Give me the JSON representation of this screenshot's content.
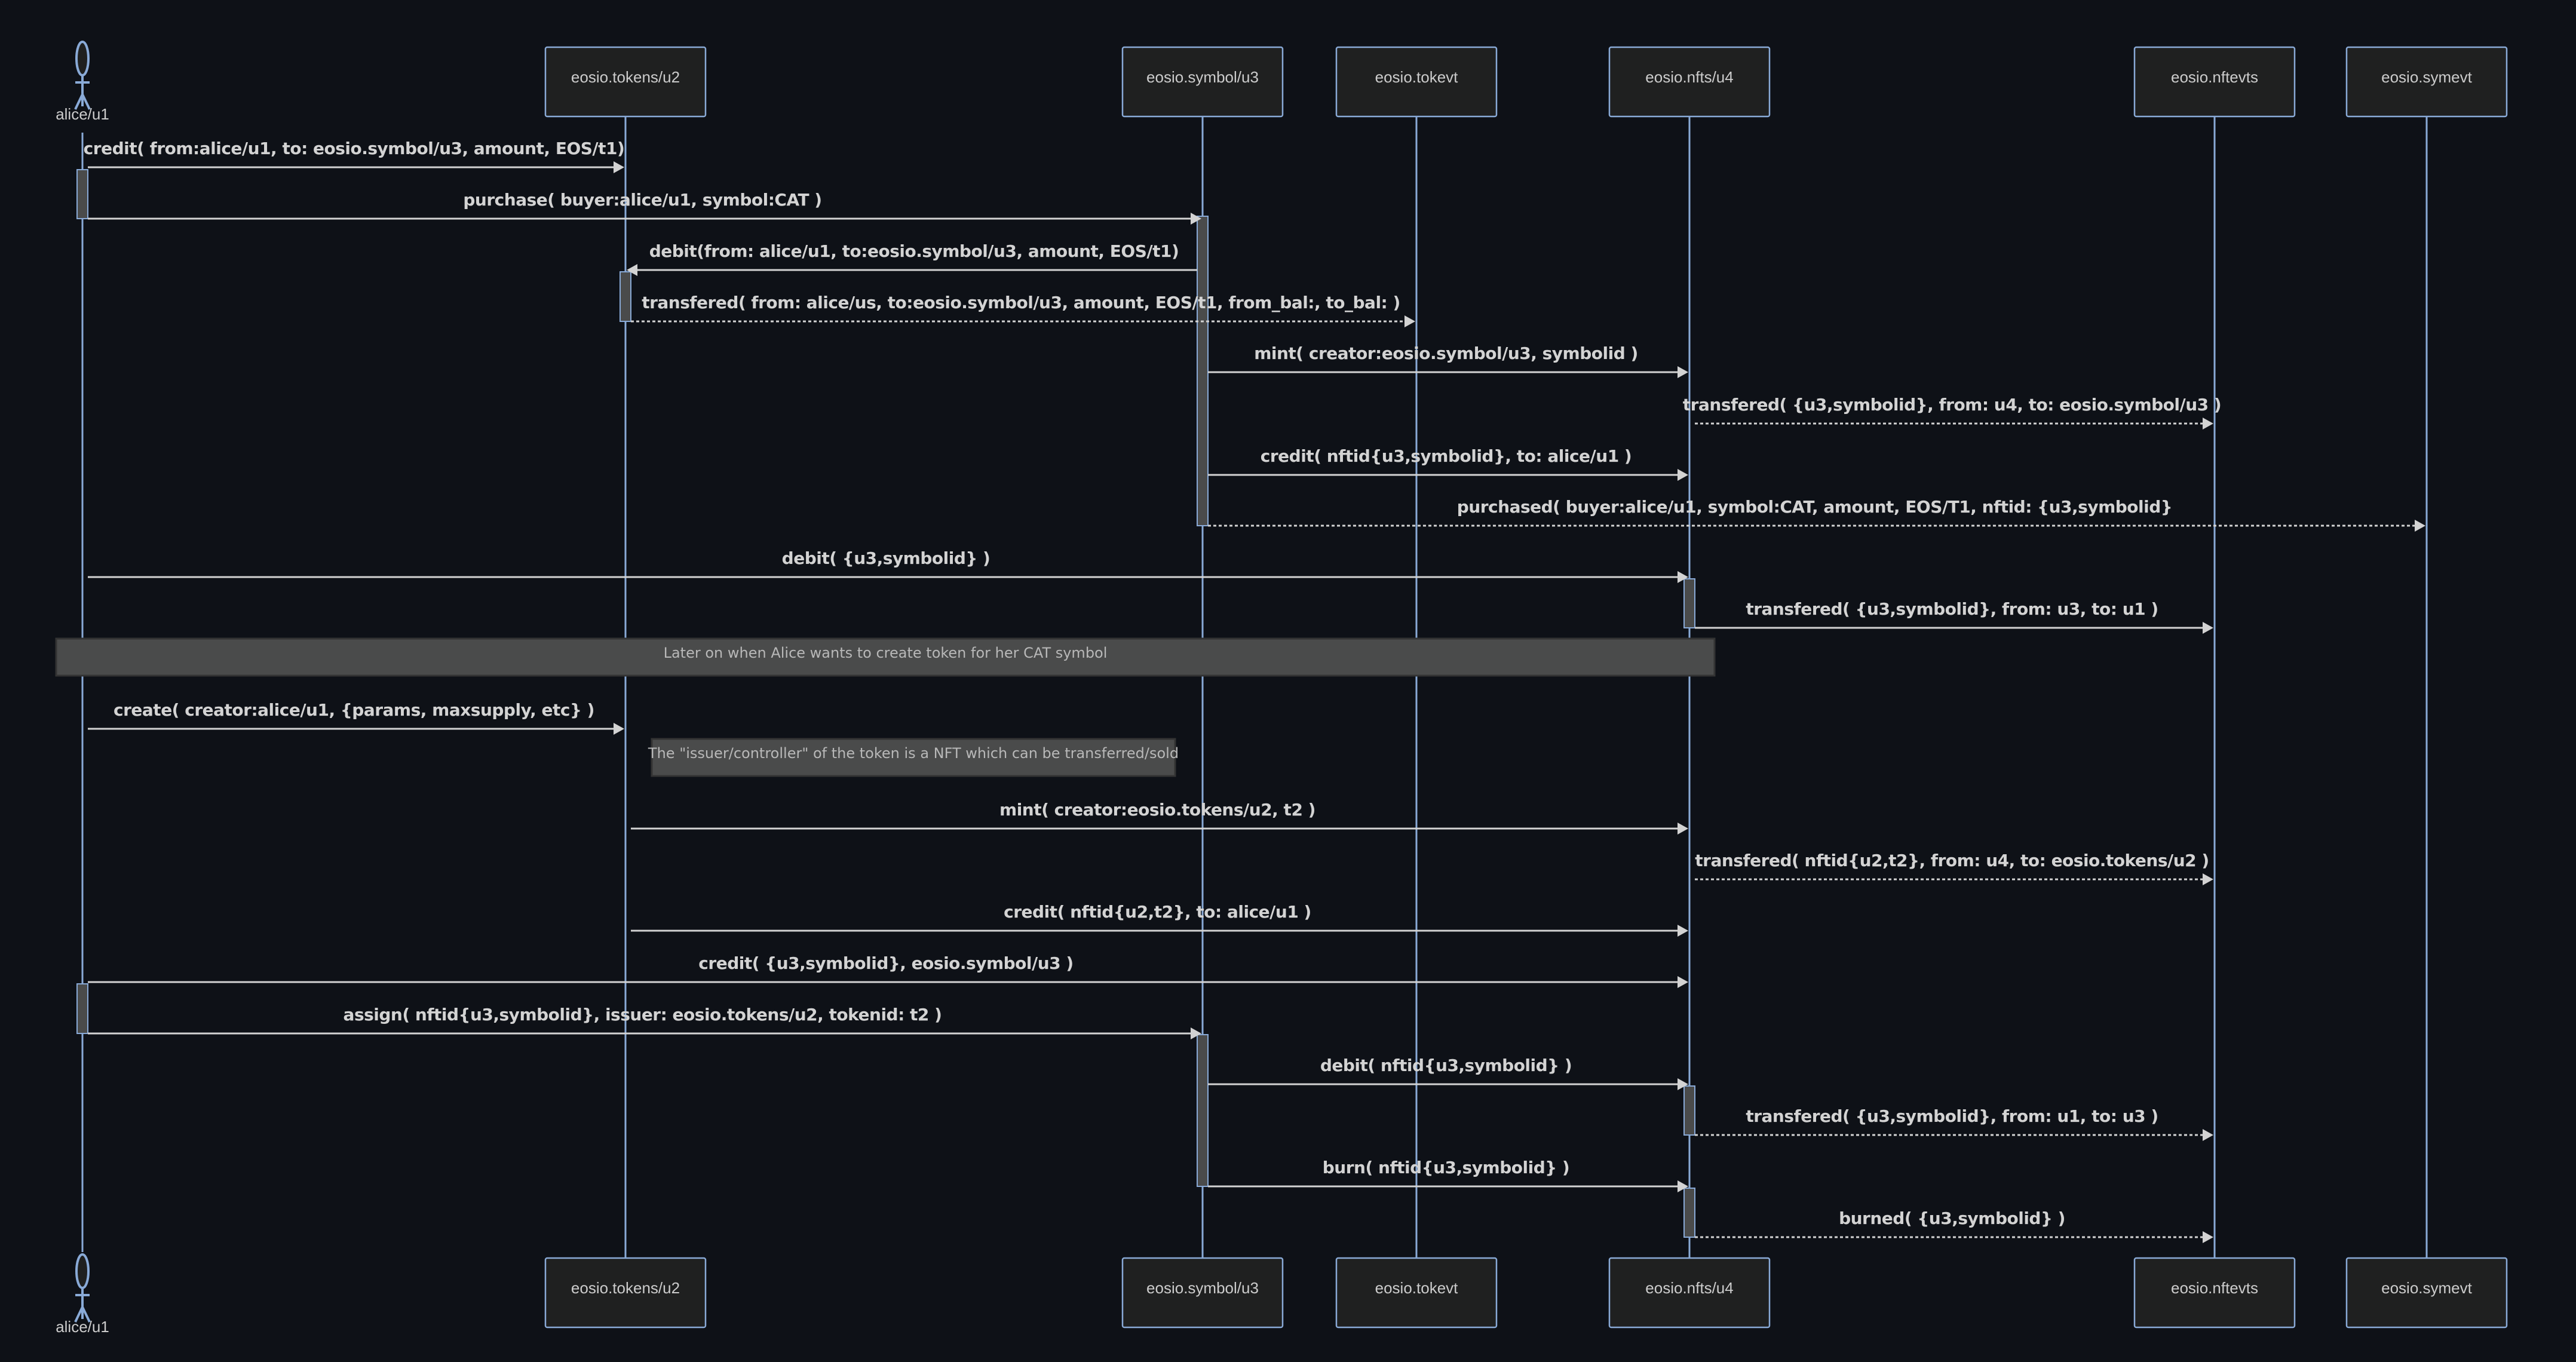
{
  "diagram": {
    "type": "sequence",
    "colors": {
      "background": "#0e1117",
      "lifeline": "#89aad7",
      "participant_fill": "#1f2020",
      "message": "#d3d3d3",
      "note_fill": "#4a4b4b",
      "activation_fill": "#4a4b4b"
    },
    "participants": [
      {
        "id": "alice",
        "label": "alice/u1",
        "kind": "actor"
      },
      {
        "id": "tokens",
        "label": "eosio.tokens/u2",
        "kind": "box"
      },
      {
        "id": "symbol",
        "label": "eosio.symbol/u3",
        "kind": "box"
      },
      {
        "id": "tokevt",
        "label": "eosio.tokevt",
        "kind": "box"
      },
      {
        "id": "nfts",
        "label": "eosio.nfts/u4",
        "kind": "box"
      },
      {
        "id": "nftevts",
        "label": "eosio.nftevts",
        "kind": "box"
      },
      {
        "id": "symevt",
        "label": "eosio.symevt",
        "kind": "box"
      }
    ],
    "steps": [
      {
        "type": "message",
        "from": "alice",
        "to": "tokens",
        "style": "solid",
        "label": "credit( from:alice/u1, to: eosio.symbol/u3, amount, EOS/t1)"
      },
      {
        "type": "message",
        "from": "alice",
        "to": "symbol",
        "style": "solid",
        "label": "purchase( buyer:alice/u1, symbol:CAT )"
      },
      {
        "type": "message",
        "from": "symbol",
        "to": "tokens",
        "style": "solid",
        "label": "debit(from: alice/u1, to:eosio.symbol/u3, amount, EOS/t1)"
      },
      {
        "type": "message",
        "from": "tokens",
        "to": "tokevt",
        "style": "dotted",
        "label": "transfered( from: alice/us, to:eosio.symbol/u3, amount, EOS/t1, from_bal:, to_bal: )"
      },
      {
        "type": "message",
        "from": "symbol",
        "to": "nfts",
        "style": "solid",
        "label": "mint( creator:eosio.symbol/u3, symbolid )"
      },
      {
        "type": "message",
        "from": "nfts",
        "to": "nftevts",
        "style": "dotted",
        "label": "transfered( {u3,symbolid}, from: u4, to: eosio.symbol/u3 )"
      },
      {
        "type": "message",
        "from": "symbol",
        "to": "nfts",
        "style": "solid",
        "label": "credit( nftid{u3,symbolid}, to: alice/u1 )"
      },
      {
        "type": "message",
        "from": "symbol",
        "to": "symevt",
        "style": "dotted",
        "label": "purchased( buyer:alice/u1, symbol:CAT, amount, EOS/T1, nftid: {u3,symbolid}"
      },
      {
        "type": "message",
        "from": "alice",
        "to": "nfts",
        "style": "solid",
        "label": "debit( {u3,symbolid} )"
      },
      {
        "type": "message",
        "from": "nfts",
        "to": "nftevts",
        "style": "solid",
        "label": "transfered( {u3,symbolid}, from: u3, to: u1 )"
      },
      {
        "type": "note",
        "over": [
          "alice",
          "nfts"
        ],
        "label": "Later on when Alice wants to create token for her CAT symbol"
      },
      {
        "type": "message",
        "from": "alice",
        "to": "tokens",
        "style": "solid",
        "label": "create( creator:alice/u1, {params, maxsupply, etc} )"
      },
      {
        "type": "note",
        "right_of": "tokens",
        "label": "The \"issuer/controller\" of the token is a NFT which can be transferred/sold"
      },
      {
        "type": "message",
        "from": "tokens",
        "to": "nfts",
        "style": "solid",
        "label": "mint( creator:eosio.tokens/u2, t2 )"
      },
      {
        "type": "message",
        "from": "nfts",
        "to": "nftevts",
        "style": "dotted",
        "label": "transfered( nftid{u2,t2}, from: u4, to: eosio.tokens/u2 )"
      },
      {
        "type": "message",
        "from": "tokens",
        "to": "nfts",
        "style": "solid",
        "label": "credit( nftid{u2,t2}, to: alice/u1 )"
      },
      {
        "type": "message",
        "from": "alice",
        "to": "nfts",
        "style": "solid",
        "label": "credit( {u3,symbolid}, eosio.symbol/u3 )"
      },
      {
        "type": "message",
        "from": "alice",
        "to": "symbol",
        "style": "solid",
        "label": "assign( nftid{u3,symbolid}, issuer: eosio.tokens/u2, tokenid: t2 )"
      },
      {
        "type": "message",
        "from": "symbol",
        "to": "nfts",
        "style": "solid",
        "label": "debit( nftid{u3,symbolid} )"
      },
      {
        "type": "message",
        "from": "nfts",
        "to": "nftevts",
        "style": "dotted",
        "label": "transfered( {u3,symbolid}, from: u1, to: u3 )"
      },
      {
        "type": "message",
        "from": "symbol",
        "to": "nfts",
        "style": "solid",
        "label": "burn( nftid{u3,symbolid} )"
      },
      {
        "type": "message",
        "from": "nfts",
        "to": "nftevts",
        "style": "dotted",
        "label": "burned( {u3,symbolid} )"
      }
    ]
  }
}
